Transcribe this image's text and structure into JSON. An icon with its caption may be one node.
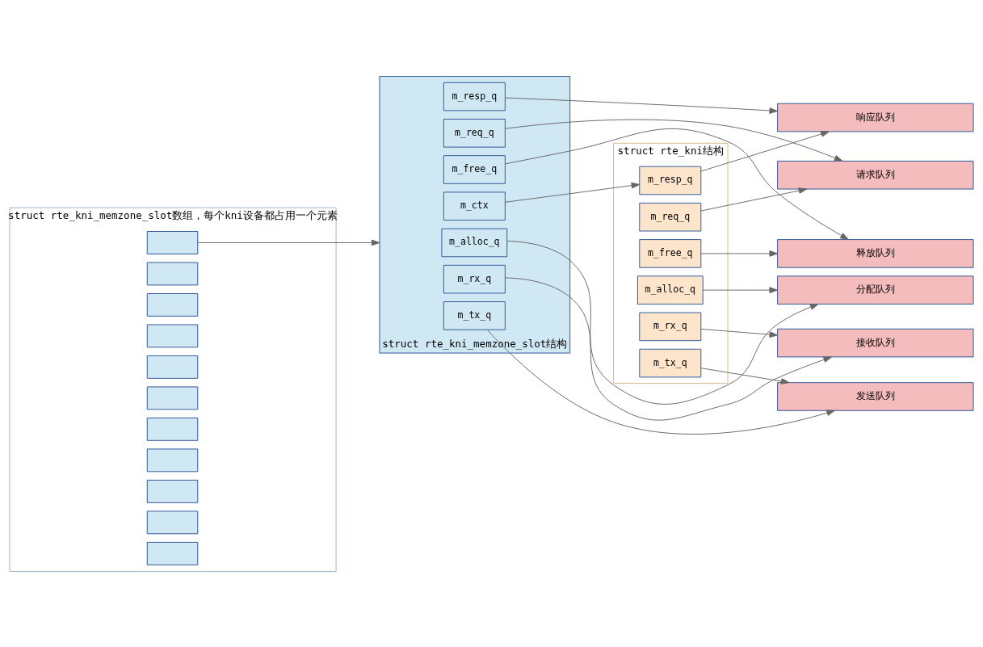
{
  "diagram": {
    "nodes": [
      {
        "text": [
          "struct rte_kni_memzone_slot数组，每个kni设备都占用一个元素"
        ]
      },
      {
        "text": [],
        "shape": "box",
        "in": 0
      },
      {
        "text": [],
        "shape": "box",
        "in": 0
      },
      {
        "text": [],
        "shape": "box",
        "in": 0
      },
      {
        "text": [],
        "shape": "box",
        "in": 0
      },
      {
        "text": [],
        "shape": "box",
        "in": 0
      },
      {
        "text": [],
        "shape": "box",
        "in": 0
      },
      {
        "text": [],
        "shape": "box",
        "in": 0
      },
      {
        "text": [],
        "shape": "box",
        "in": 0
      },
      {
        "text": [],
        "shape": "box",
        "in": 0
      },
      {
        "text": [],
        "shape": "box",
        "in": 0
      },
      {
        "text": [],
        "shape": "box",
        "in": 0
      },
      {
        "text": [
          "struct rte_kni结构"
        ]
      },
      {
        "text": [
          "m_resp_q"
        ],
        "in": 12
      },
      {
        "text": [
          "m_req_q"
        ],
        "in": 12
      },
      {
        "text": [
          "m_free_q"
        ],
        "in": 12
      },
      {
        "text": [
          "m_alloc_q"
        ],
        "in": 12
      },
      {
        "text": [
          "m_rx_q"
        ],
        "in": 12
      },
      {
        "text": [
          "m_tx_q"
        ],
        "in": 12
      },
      {
        "text": [
          "struct rte_kni_memzone_slot结构"
        ]
      },
      {
        "text": [
          "m_ctx"
        ],
        "in": 19
      },
      {
        "text": [
          "m_tx_q"
        ],
        "in": 19
      },
      {
        "text": [
          "m_rx_q"
        ],
        "in": 19
      },
      {
        "text": [
          "m_alloc_q"
        ],
        "in": 19
      },
      {
        "text": [
          "m_free_q"
        ],
        "in": 19
      },
      {
        "text": [
          "m_req_q"
        ],
        "in": 19
      },
      {
        "text": [
          "m_resp_q"
        ],
        "in": 19
      },
      {
        "text": [
          "发送队列"
        ]
      },
      {
        "text": [
          "接收队列"
        ]
      },
      {
        "text": [
          "分配队列"
        ]
      },
      {
        "text": [
          "释放队列"
        ]
      },
      {
        "text": [
          "请求队列"
        ]
      },
      {
        "text": [
          "响应队列"
        ]
      }
    ],
    "edges": [
      {
        "from": 1,
        "to": 19,
        "arrow": "to"
      },
      {
        "from": 20,
        "to": 13,
        "arrow": "to"
      },
      {
        "from": 18,
        "to": 27,
        "arrow": "to"
      },
      {
        "from": 17,
        "to": 28,
        "arrow": "to"
      },
      {
        "from": 16,
        "to": 29,
        "arrow": "to"
      },
      {
        "from": 15,
        "to": 30,
        "arrow": "to"
      },
      {
        "from": 14,
        "to": 31,
        "arrow": "to"
      },
      {
        "from": 13,
        "to": 32,
        "arrow": "to"
      },
      {
        "from": 21,
        "to": 27,
        "arrow": "to"
      },
      {
        "from": 22,
        "to": 28,
        "arrow": "to"
      },
      {
        "from": 23,
        "to": 29,
        "arrow": "to"
      },
      {
        "from": 24,
        "to": 30,
        "arrow": "to"
      },
      {
        "from": 25,
        "to": 31,
        "arrow": "to"
      },
      {
        "from": 26,
        "to": 32,
        "arrow": "to"
      }
    ]
  }
}
